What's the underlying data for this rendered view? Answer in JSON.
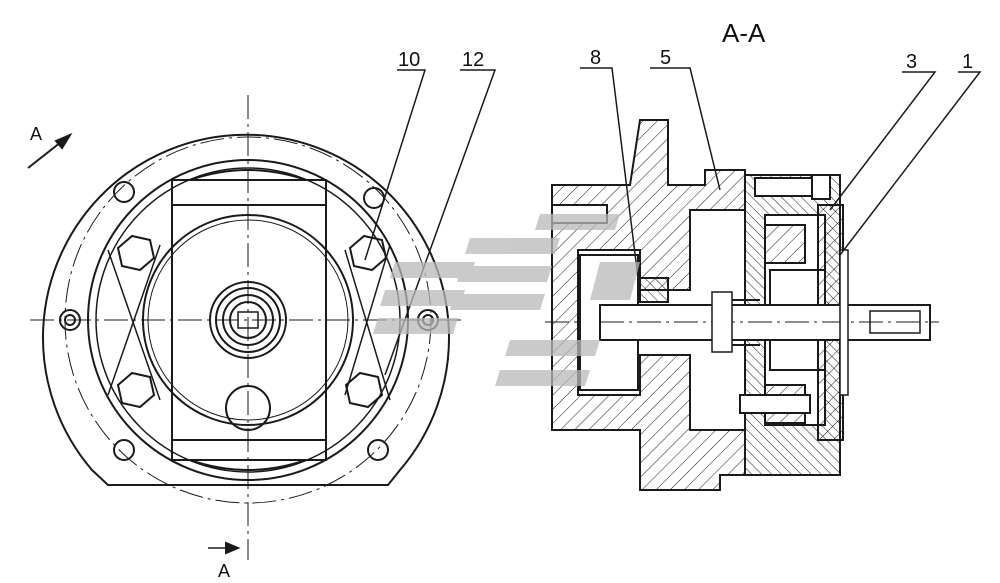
{
  "section_title": "A-A",
  "section_marks": {
    "top": "A",
    "bottom": "A"
  },
  "callouts": [
    {
      "text": "10"
    },
    {
      "text": "12"
    },
    {
      "text": "8"
    },
    {
      "text": "5"
    },
    {
      "text": "3"
    },
    {
      "text": "1"
    }
  ],
  "colors": {
    "line": "#1a1a1a",
    "watermark": "#b9b9b9",
    "background": "#ffffff"
  }
}
